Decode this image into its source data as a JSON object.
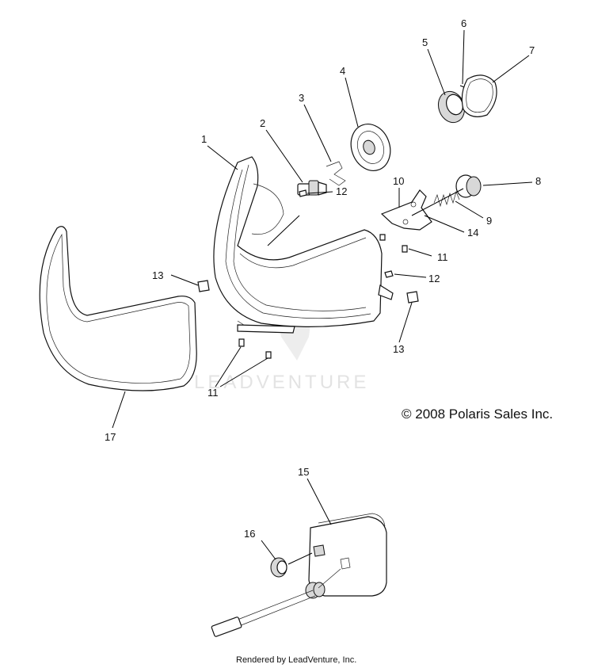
{
  "watermark": "LEADVENTURE",
  "copyright": "© 2008 Polaris Sales Inc.",
  "footer": "Rendered by LeadVenture, Inc.",
  "callouts": {
    "c1": "1",
    "c2": "2",
    "c3": "3",
    "c4": "4",
    "c5": "5",
    "c6": "6",
    "c7": "7",
    "c8": "8",
    "c9": "9",
    "c10": "10",
    "c11a": "11",
    "c11b": "11",
    "c12a": "12",
    "c12b": "12",
    "c13a": "13",
    "c13b": "13",
    "c14": "14",
    "c15": "15",
    "c16": "16",
    "c17": "17"
  }
}
